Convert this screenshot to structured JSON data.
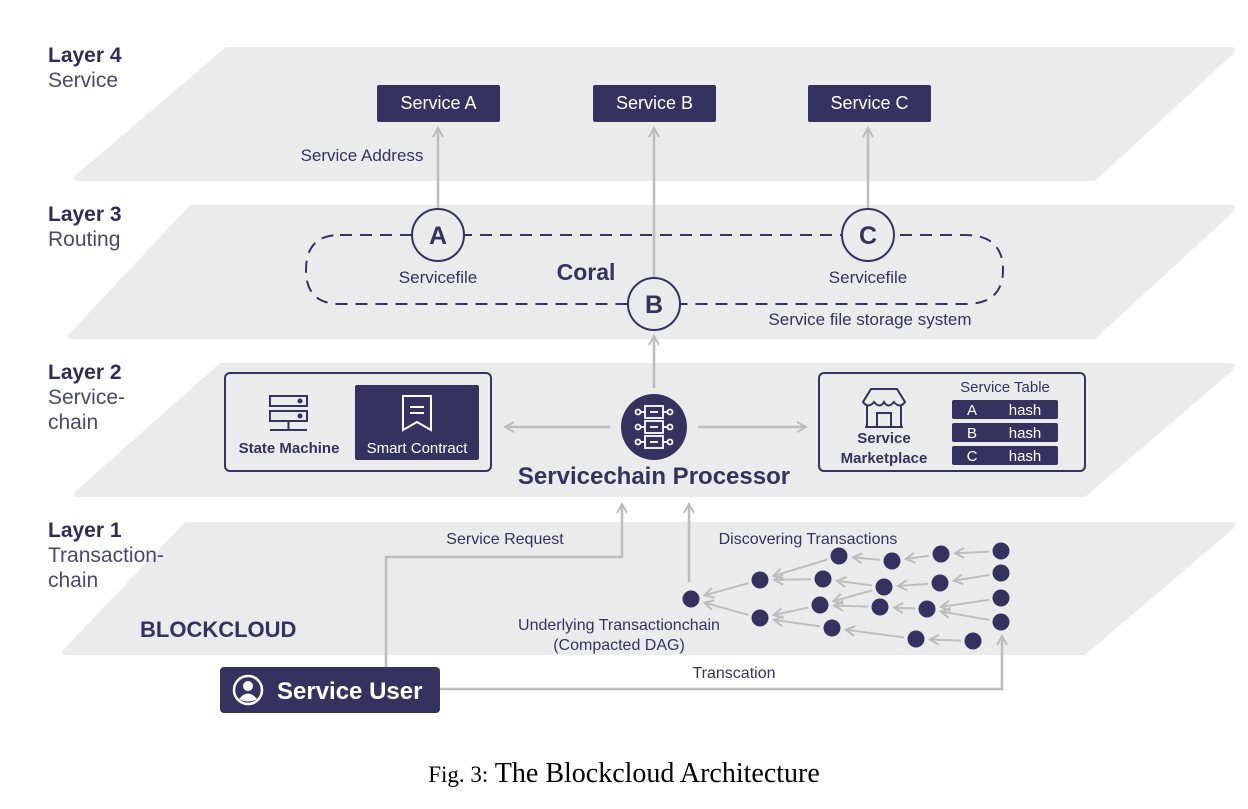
{
  "colors": {
    "primary": "#35325f",
    "plane": "#ebebeb",
    "arrow": "#bdbdbd",
    "white": "#ffffff"
  },
  "layers": [
    {
      "number": "Layer 4",
      "name_lines": [
        "Service"
      ]
    },
    {
      "number": "Layer 3",
      "name_lines": [
        "Routing"
      ]
    },
    {
      "number": "Layer 2",
      "name_lines": [
        "Service-",
        "chain"
      ]
    },
    {
      "number": "Layer 1",
      "name_lines": [
        "Transaction-",
        "chain"
      ]
    }
  ],
  "layer4": {
    "services": [
      "Service A",
      "Service B",
      "Service C"
    ],
    "service_address_label": "Service Address"
  },
  "layer3": {
    "nodes": [
      "A",
      "B",
      "C"
    ],
    "servicefile_label": "Servicefile",
    "coral_label": "Coral",
    "storage_label": "Service file storage system"
  },
  "layer2": {
    "state_machine_label": "State Machine",
    "smart_contract_label": "Smart Contract",
    "processor_label": "Servicechain Processor",
    "marketplace_label_lines": [
      "Service",
      "Marketplace"
    ],
    "service_table_title": "Service Table",
    "service_table_rows": [
      {
        "key": "A",
        "value": "hash"
      },
      {
        "key": "B",
        "value": "hash"
      },
      {
        "key": "C",
        "value": "hash"
      }
    ],
    "icons": [
      "server-icon",
      "contract-ribbon-icon",
      "processor-icon",
      "storefront-icon"
    ]
  },
  "layer1": {
    "brand": "BLOCKCLOUD",
    "service_request_label": "Service Request",
    "discovering_label": "Discovering Transactions",
    "underlying_label_lines": [
      "Underlying Transactionchain",
      "(Compacted DAG)"
    ],
    "transaction_label": "Transcation",
    "service_user_label": "Service User"
  },
  "caption": {
    "prefix": "Fig. 3:",
    "title": "The Blockcloud Architecture"
  }
}
